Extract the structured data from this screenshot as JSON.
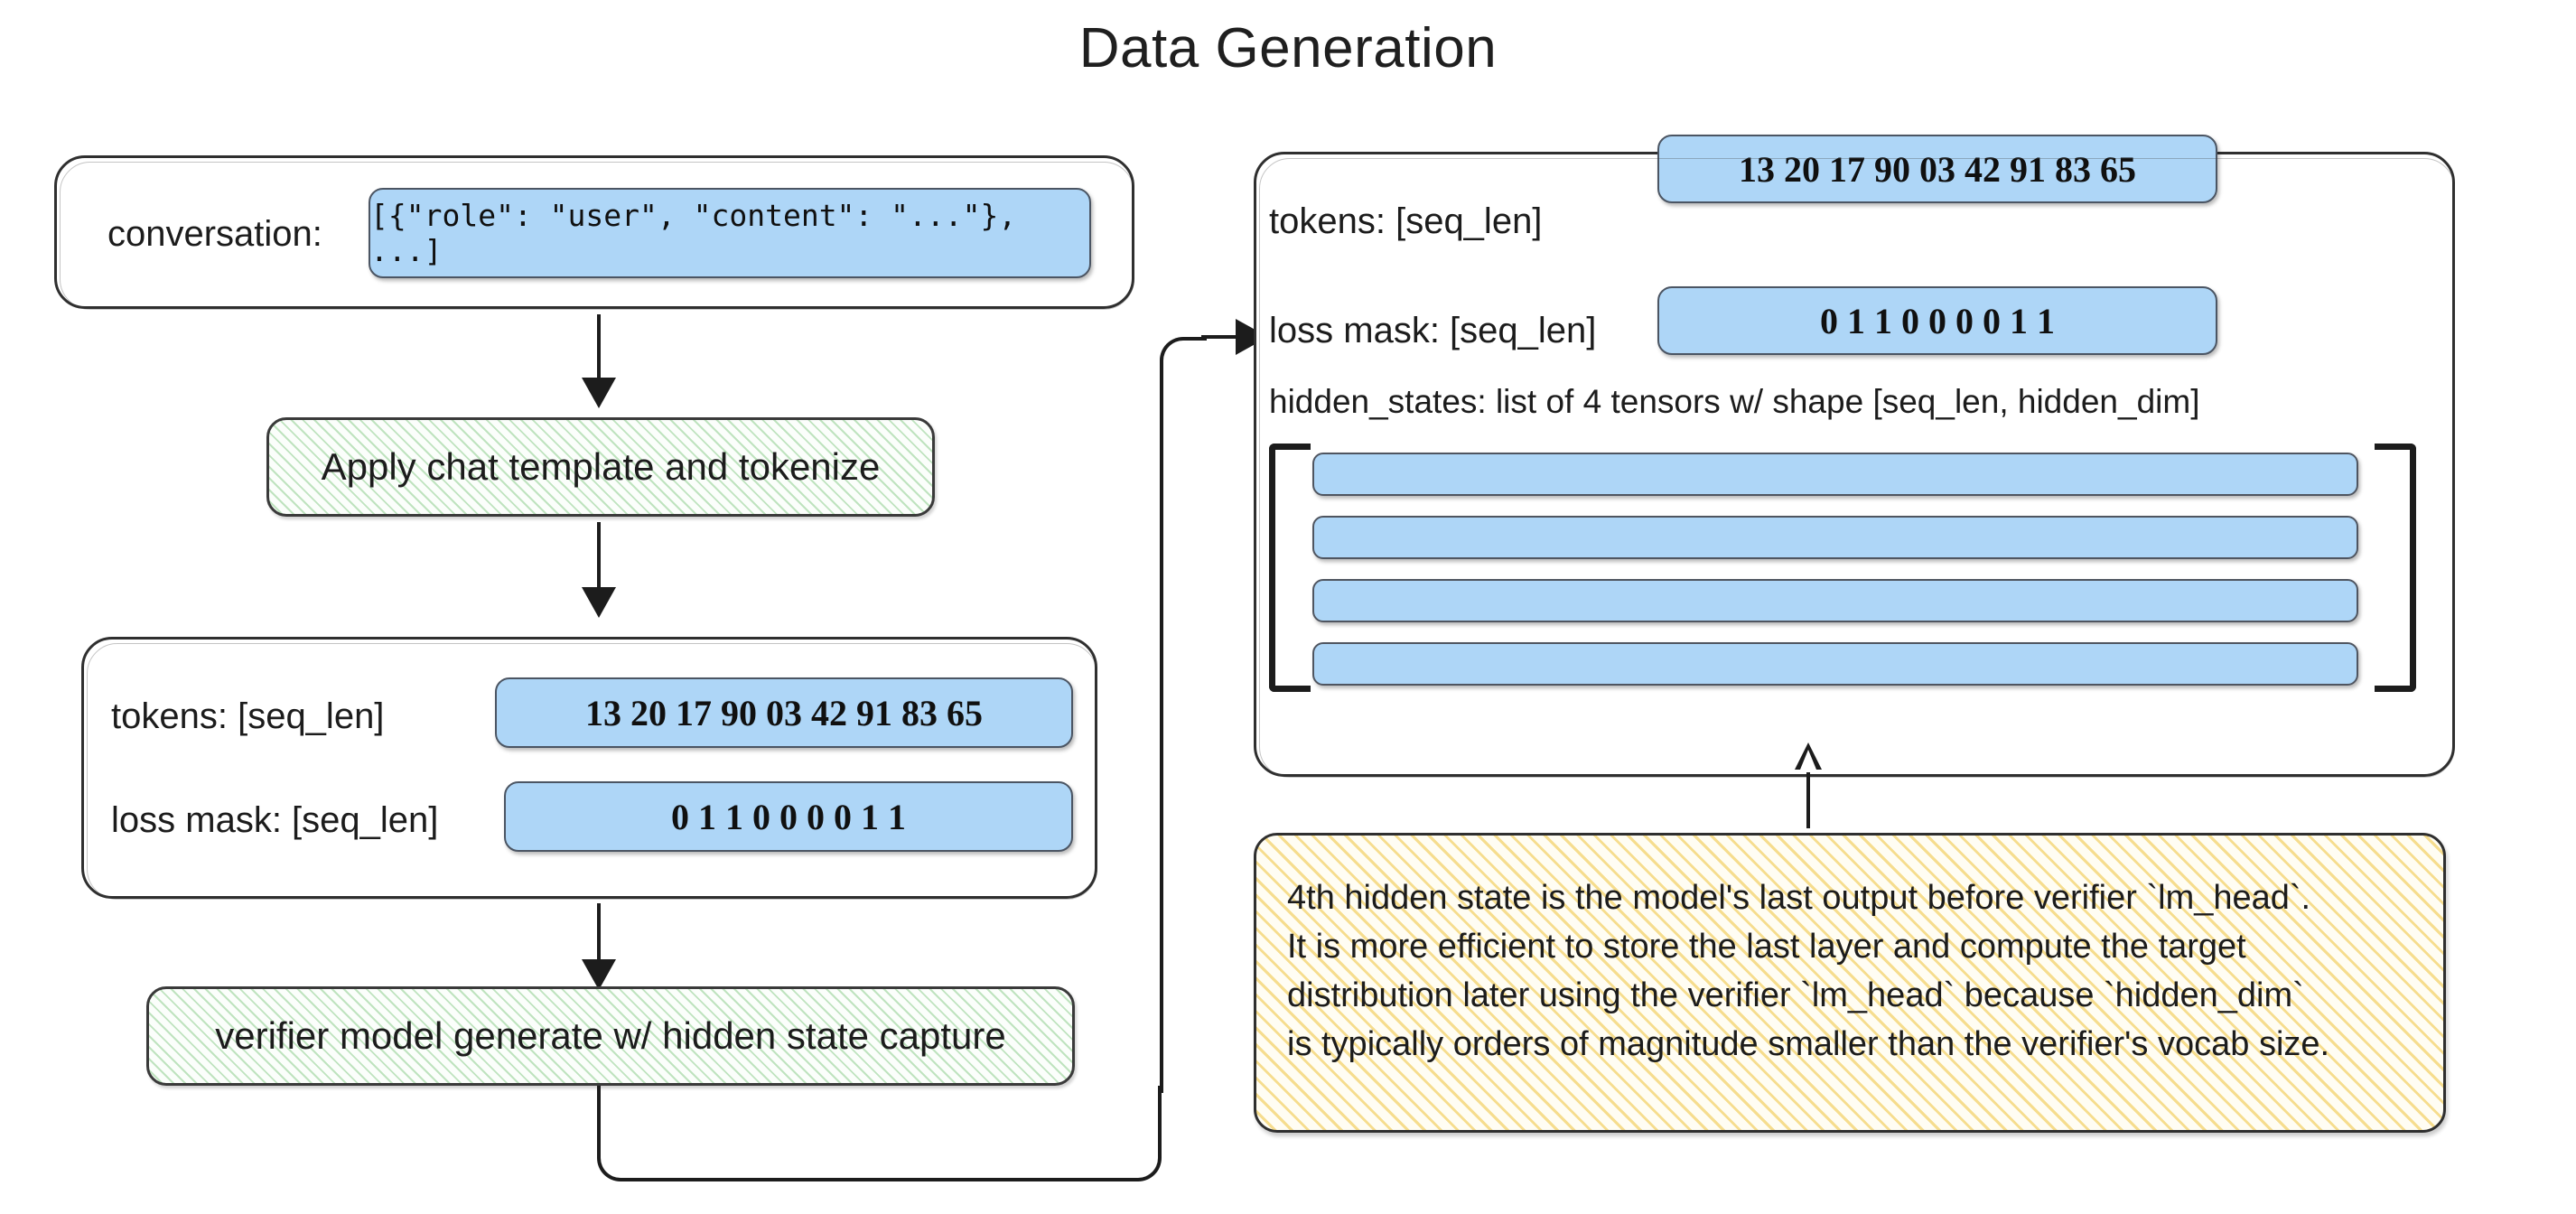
{
  "title": "Data Generation",
  "left_column": {
    "conversation_box": {
      "label": "conversation:",
      "value": "[{\"role\": \"user\", \"content\": \"...\"}, ...]"
    },
    "step_tokenize": "Apply chat template and tokenize",
    "tokens_box": {
      "tokens_label": "tokens: [seq_len]",
      "tokens_values": "13 20 17 90 03 42 91 83 65",
      "loss_mask_label": "loss mask: [seq_len]",
      "loss_mask_values": "0  1  1  0  0  0  0  1  1"
    },
    "step_generate": "verifier model generate w/ hidden state capture"
  },
  "right_column": {
    "output_box": {
      "tokens_label": "tokens: [seq_len]",
      "tokens_values": "13 20 17 90 03 42 91 83 65",
      "loss_mask_label": "loss mask: [seq_len]",
      "loss_mask_values": "0  1  1  0  0  0  0  1  1",
      "hidden_states_label": "hidden_states: list of 4 tensors w/ shape [seq_len, hidden_dim]",
      "tensor_count": 4
    },
    "note": {
      "line1": "4th hidden state is the model's last output before verifier `lm_head`.",
      "line2": "It is more efficient to store the last layer and compute the target",
      "line3": "distribution later using the verifier `lm_head` because `hidden_dim`",
      "line4": "is typically orders of magnitude smaller than the verifier's vocab size."
    }
  },
  "colors": {
    "data_blue": "#aed6f7",
    "process_green": "#bfe3bf",
    "note_yellow": "#f6dd8e",
    "stroke": "#2f2f2f",
    "background": "#ffffff"
  }
}
